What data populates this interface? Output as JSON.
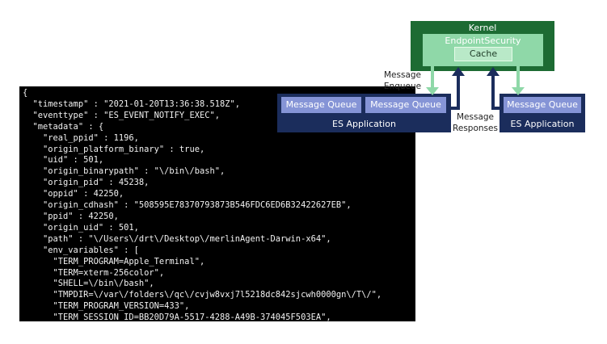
{
  "code": {
    "lines": [
      "{",
      "  \"timestamp\" : \"2021-01-20T13:36:38.518Z\",",
      "  \"eventtype\" : \"ES_EVENT_NOTIFY_EXEC\",",
      "  \"metadata\" : {",
      "    \"real_ppid\" : 1196,",
      "    \"origin_platform_binary\" : true,",
      "    \"uid\" : 501,",
      "    \"origin_binarypath\" : \"\\/bin\\/bash\",",
      "    \"origin_pid\" : 45238,",
      "    \"oppid\" : 42250,",
      "    \"origin_cdhash\" : \"508595E78370793873B546FDC6ED6B32422627EB\",",
      "    \"ppid\" : 42250,",
      "    \"origin_uid\" : 501,",
      "    \"path\" : \"\\/Users\\/drt\\/Desktop\\/merlinAgent-Darwin-x64\",",
      "    \"env_variables\" : [",
      "      \"TERM_PROGRAM=Apple_Terminal\",",
      "      \"TERM=xterm-256color\",",
      "      \"SHELL=\\/bin\\/bash\",",
      "      \"TMPDIR=\\/var\\/folders\\/qc\\/cvjw8vxj7l5218dc842sjcwh0000gn\\/T\\/\",",
      "      \"TERM_PROGRAM_VERSION=433\",",
      "      \"TERM_SESSION_ID=BB20D79A-5517-4288-A49B-374045F503EA\","
    ]
  },
  "diagram": {
    "kernel_label": "Kernel",
    "endpoint_security_label": "EndpointSecurity",
    "cache_label": "Cache",
    "left_app": {
      "queue1": "Message Queue",
      "queue2": "Message Queue",
      "label": "ES Application"
    },
    "right_app": {
      "queue1": "Message Queue",
      "label": "ES Application"
    },
    "enqueue_label_1": "Message",
    "enqueue_label_2": "Enqueue",
    "responses_label_1": "Message",
    "responses_label_2": "Responses",
    "colors": {
      "kernel": "#1d6b33",
      "endpoint_security": "#8fd8a8",
      "app": "#1b2d5c",
      "queue": "#8594d6",
      "enqueue_arrow": "#8fd8a8",
      "response_arrow": "#1b2d5c"
    }
  }
}
